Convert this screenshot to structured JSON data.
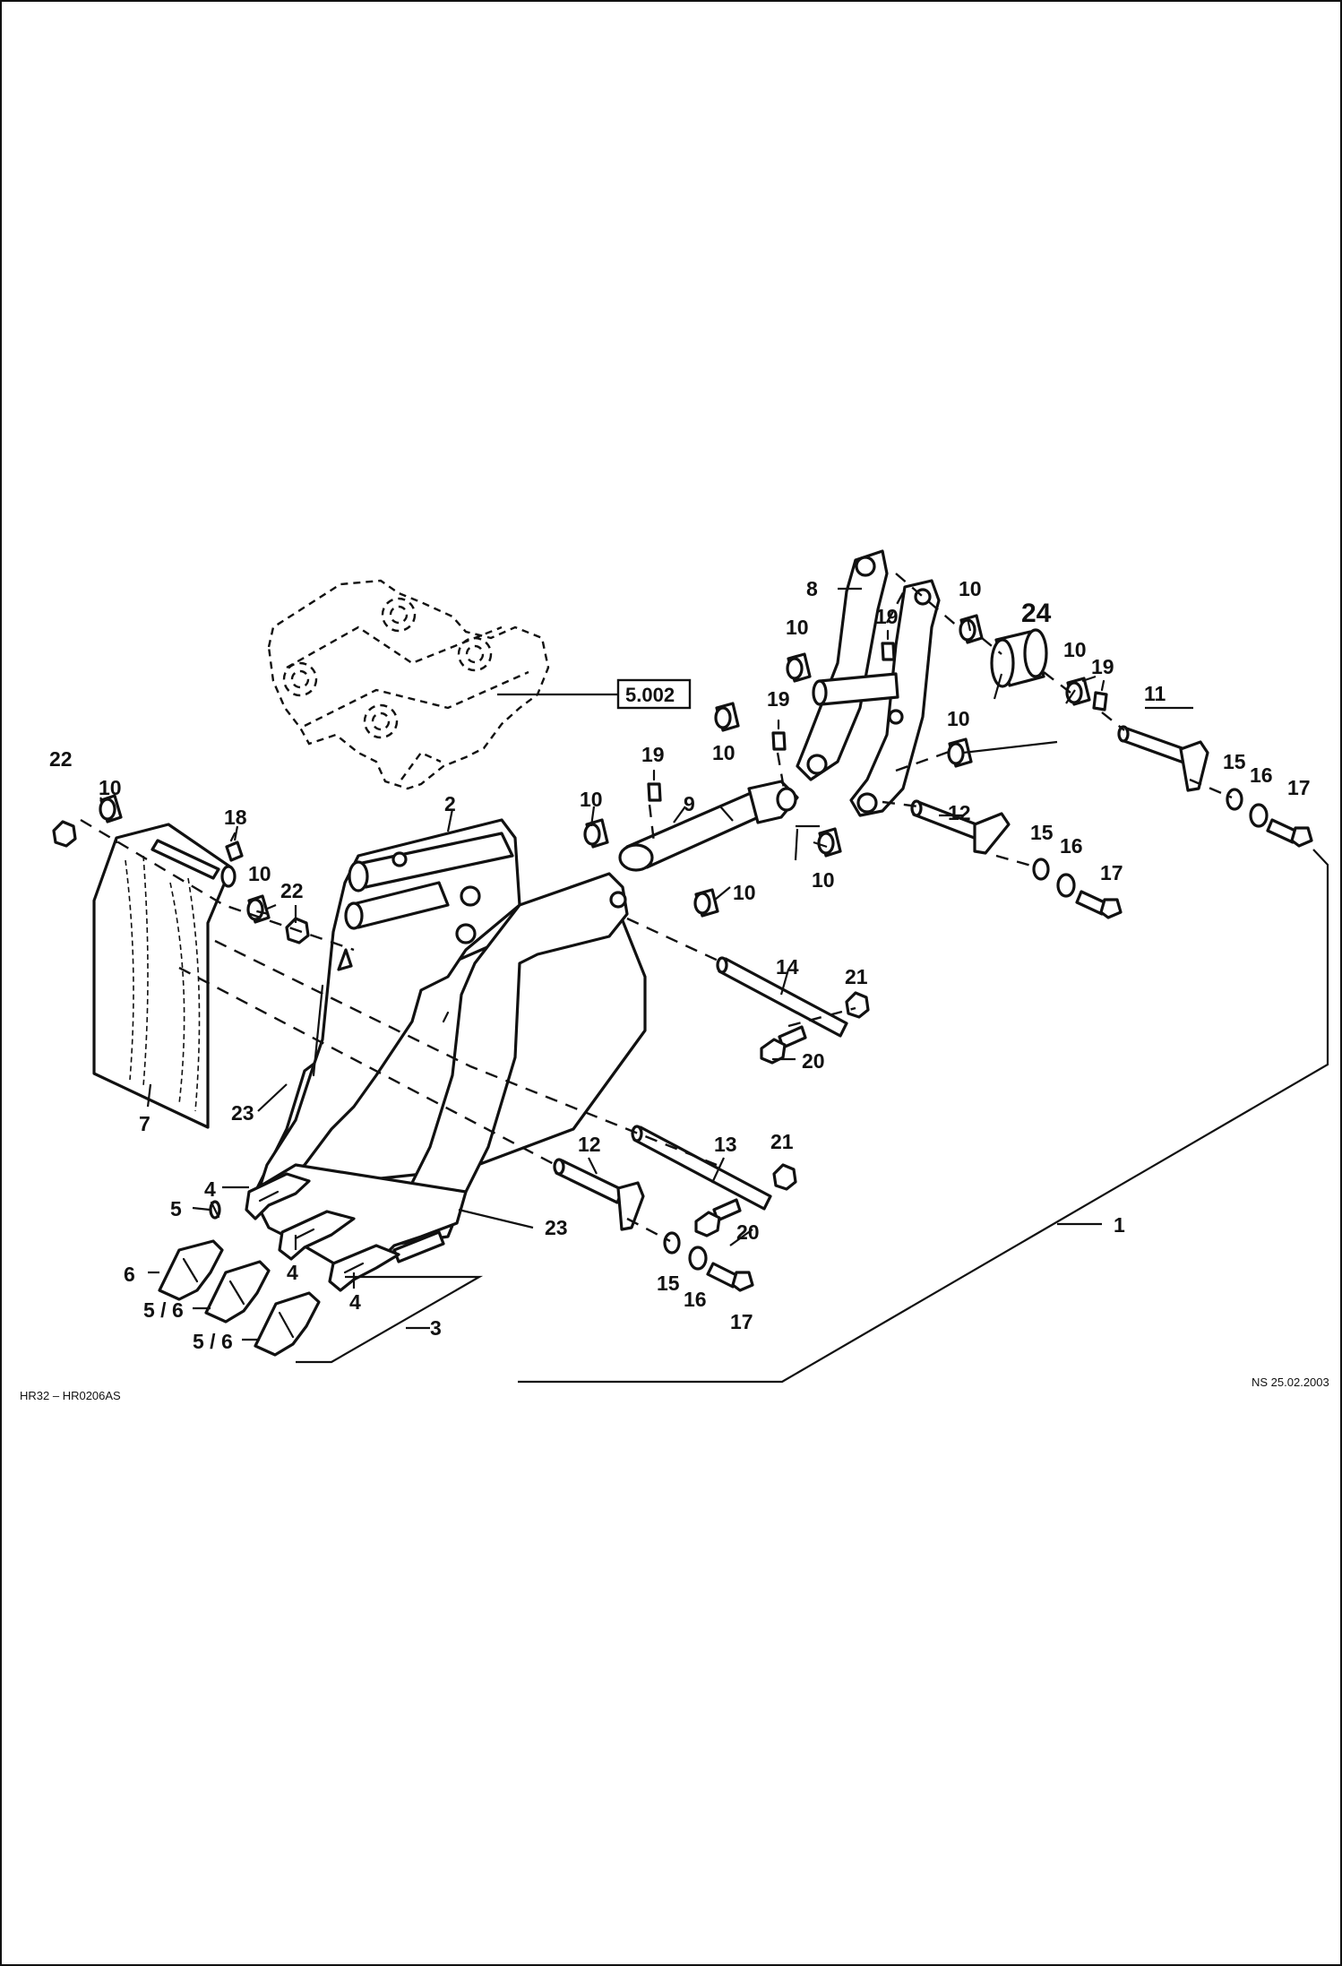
{
  "diagram": {
    "callouts": {
      "c1": "1",
      "c2": "2",
      "c3": "3",
      "c4a": "4",
      "c4b": "4",
      "c4c": "4",
      "c5": "5",
      "c56a": "5 / 6",
      "c56b": "5 / 6",
      "c6": "6",
      "c7": "7",
      "c8": "8",
      "c9": "9",
      "c10a": "10",
      "c10b": "10",
      "c10c": "10",
      "c10d": "10",
      "c10e": "10",
      "c10f": "10",
      "c10g": "10",
      "c10h": "10",
      "c10i": "10",
      "c10j": "10",
      "c11": "11",
      "c12a": "12",
      "c12b": "12",
      "c13": "13",
      "c14": "14",
      "c15a": "15",
      "c15b": "15",
      "c15c": "15",
      "c16a": "16",
      "c16b": "16",
      "c16c": "16",
      "c17a": "17",
      "c17b": "17",
      "c17c": "17",
      "c18": "18",
      "c19a": "19",
      "c19b": "19",
      "c19c": "19",
      "c19d": "19",
      "c20a": "20",
      "c20b": "20",
      "c21a": "21",
      "c21b": "21",
      "c22a": "22",
      "c22b": "22",
      "c23a": "23",
      "c23b": "23",
      "c24": "24"
    },
    "reference_box": "5.002",
    "footer_left": "HR32  –  HR0206AS",
    "footer_right": "NS  25.02.2003"
  }
}
